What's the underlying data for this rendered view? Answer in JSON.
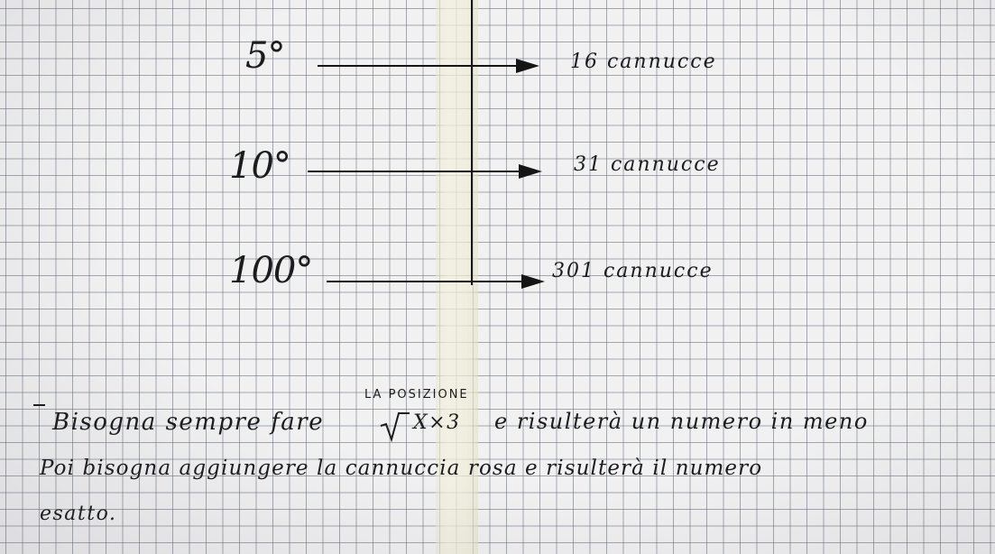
{
  "diagram": {
    "rows": [
      {
        "angle": "5°",
        "count": "16 cannucce"
      },
      {
        "angle": "10°",
        "count": "31 cannucce"
      },
      {
        "angle": "100°",
        "count": "301 cannucce"
      }
    ]
  },
  "note": {
    "annotation": "LA POSIZIONE",
    "line1_start": "Bisogna sempre fare",
    "line1_formula": "X×3",
    "line1_end": "e risulterà un numero in meno",
    "line2": "Poi bisogna aggiungere la cannuccia rosa e risulterà il numero",
    "line3": "esatto."
  }
}
